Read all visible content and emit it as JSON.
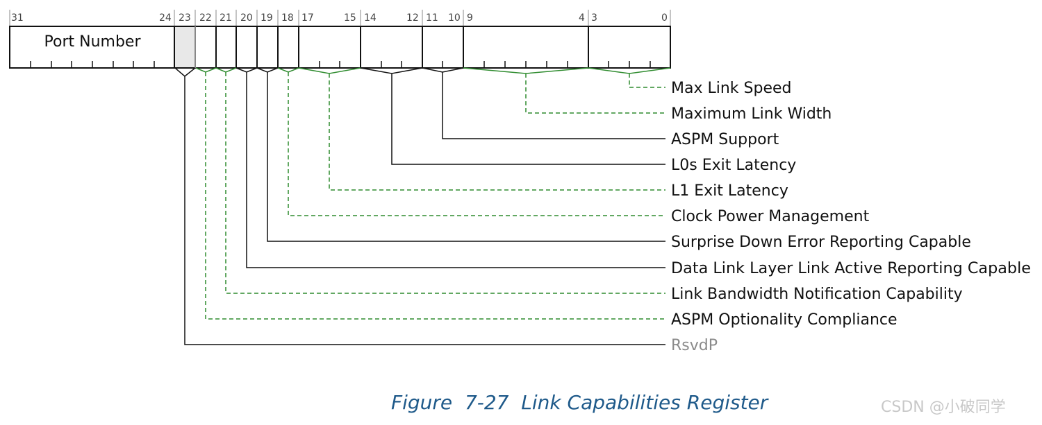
{
  "register": {
    "bit_numbers": [
      "31",
      "24",
      "23",
      "22",
      "21",
      "20",
      "19",
      "18",
      "17",
      "15",
      "14",
      "12",
      "11",
      "10",
      "9",
      "4",
      "3",
      "0"
    ],
    "port_number_label": "Port Number"
  },
  "callouts": [
    {
      "label": "Max Link Speed",
      "color": "#2e8b2e",
      "reserved": false
    },
    {
      "label": "Maximum Link Width",
      "color": "#2e8b2e",
      "reserved": false
    },
    {
      "label": "ASPM Support",
      "color": "#111111",
      "reserved": false
    },
    {
      "label": "L0s Exit Latency",
      "color": "#111111",
      "reserved": false
    },
    {
      "label": "L1 Exit Latency",
      "color": "#2e8b2e",
      "reserved": false
    },
    {
      "label": "Clock Power Management",
      "color": "#2e8b2e",
      "reserved": false
    },
    {
      "label": "Surprise Down Error Reporting Capable",
      "color": "#111111",
      "reserved": false
    },
    {
      "label": "Data Link Layer Link Active Reporting Capable",
      "color": "#111111",
      "reserved": false
    },
    {
      "label": "Link Bandwidth Notification Capability",
      "color": "#2e8b2e",
      "reserved": false
    },
    {
      "label": "ASPM Optionality Compliance",
      "color": "#2e8b2e",
      "reserved": false
    },
    {
      "label": "RsvdP",
      "color": "#333333",
      "reserved": true
    }
  ],
  "caption": "Figure  7-27  Link Capabilities Register",
  "watermark": "CSDN @小破同学",
  "colors": {
    "green": "#2e8b2e",
    "black": "#111111",
    "reserved_fill": "#e8e8e8",
    "caption": "#1f5a8a"
  }
}
